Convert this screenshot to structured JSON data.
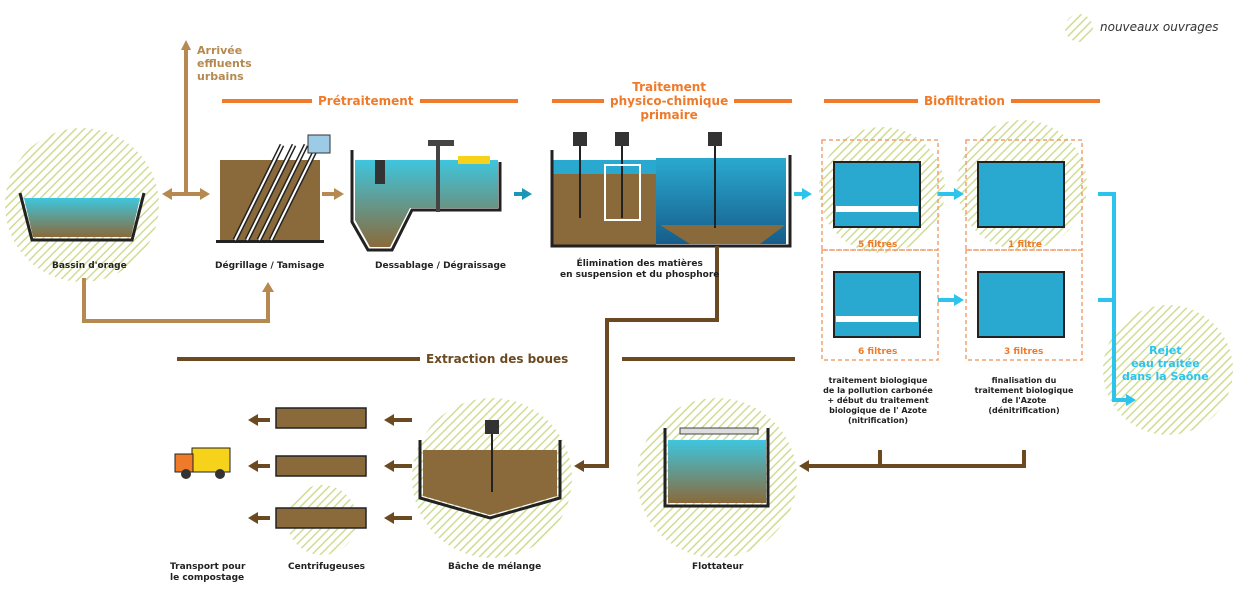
{
  "legend": {
    "label": "nouveaux ouvrages"
  },
  "inflow": {
    "label": "Arrivée\neffluents\nurbains"
  },
  "sections": {
    "pretraitement": "Prétraitement",
    "physico": "Traitement\nphysico-chimique\nprimaire",
    "biofiltration": "Biofiltration",
    "extraction": "Extraction des boues"
  },
  "stages": {
    "bassin": "Bassin d'orage",
    "degrillage": "Dégrillage / Tamisage",
    "dessablage": "Dessablage / Dégraissage",
    "elimination": "Élimination des matières\nen suspension et du phosphore",
    "flottateur": "Flottateur",
    "bache": "Bâche de mélange",
    "centrifugeuses": "Centrifugeuses",
    "transport": "Transport pour\nle compostage"
  },
  "filters": {
    "f1": "5 filtres",
    "f2": "6 filtres",
    "f3": "1 filtre",
    "f4": "3 filtres"
  },
  "bio_notes": {
    "nitrification": "traitement biologique\nde la pollution carbonée\n+ début du traitement\nbiologique de l' Azote\n(nitrification)",
    "denitrification": "finalisation du\ntraitement biologique\nde l'Azote\n(dénitrification)"
  },
  "rejet": "Rejet\neau traitée\ndans la Saône",
  "colors": {
    "orange": "#ee7a2a",
    "brown": "#6b4a22",
    "tan": "#b5894f",
    "cyan": "#2cc4ec",
    "hatch": "#c9d88a"
  }
}
